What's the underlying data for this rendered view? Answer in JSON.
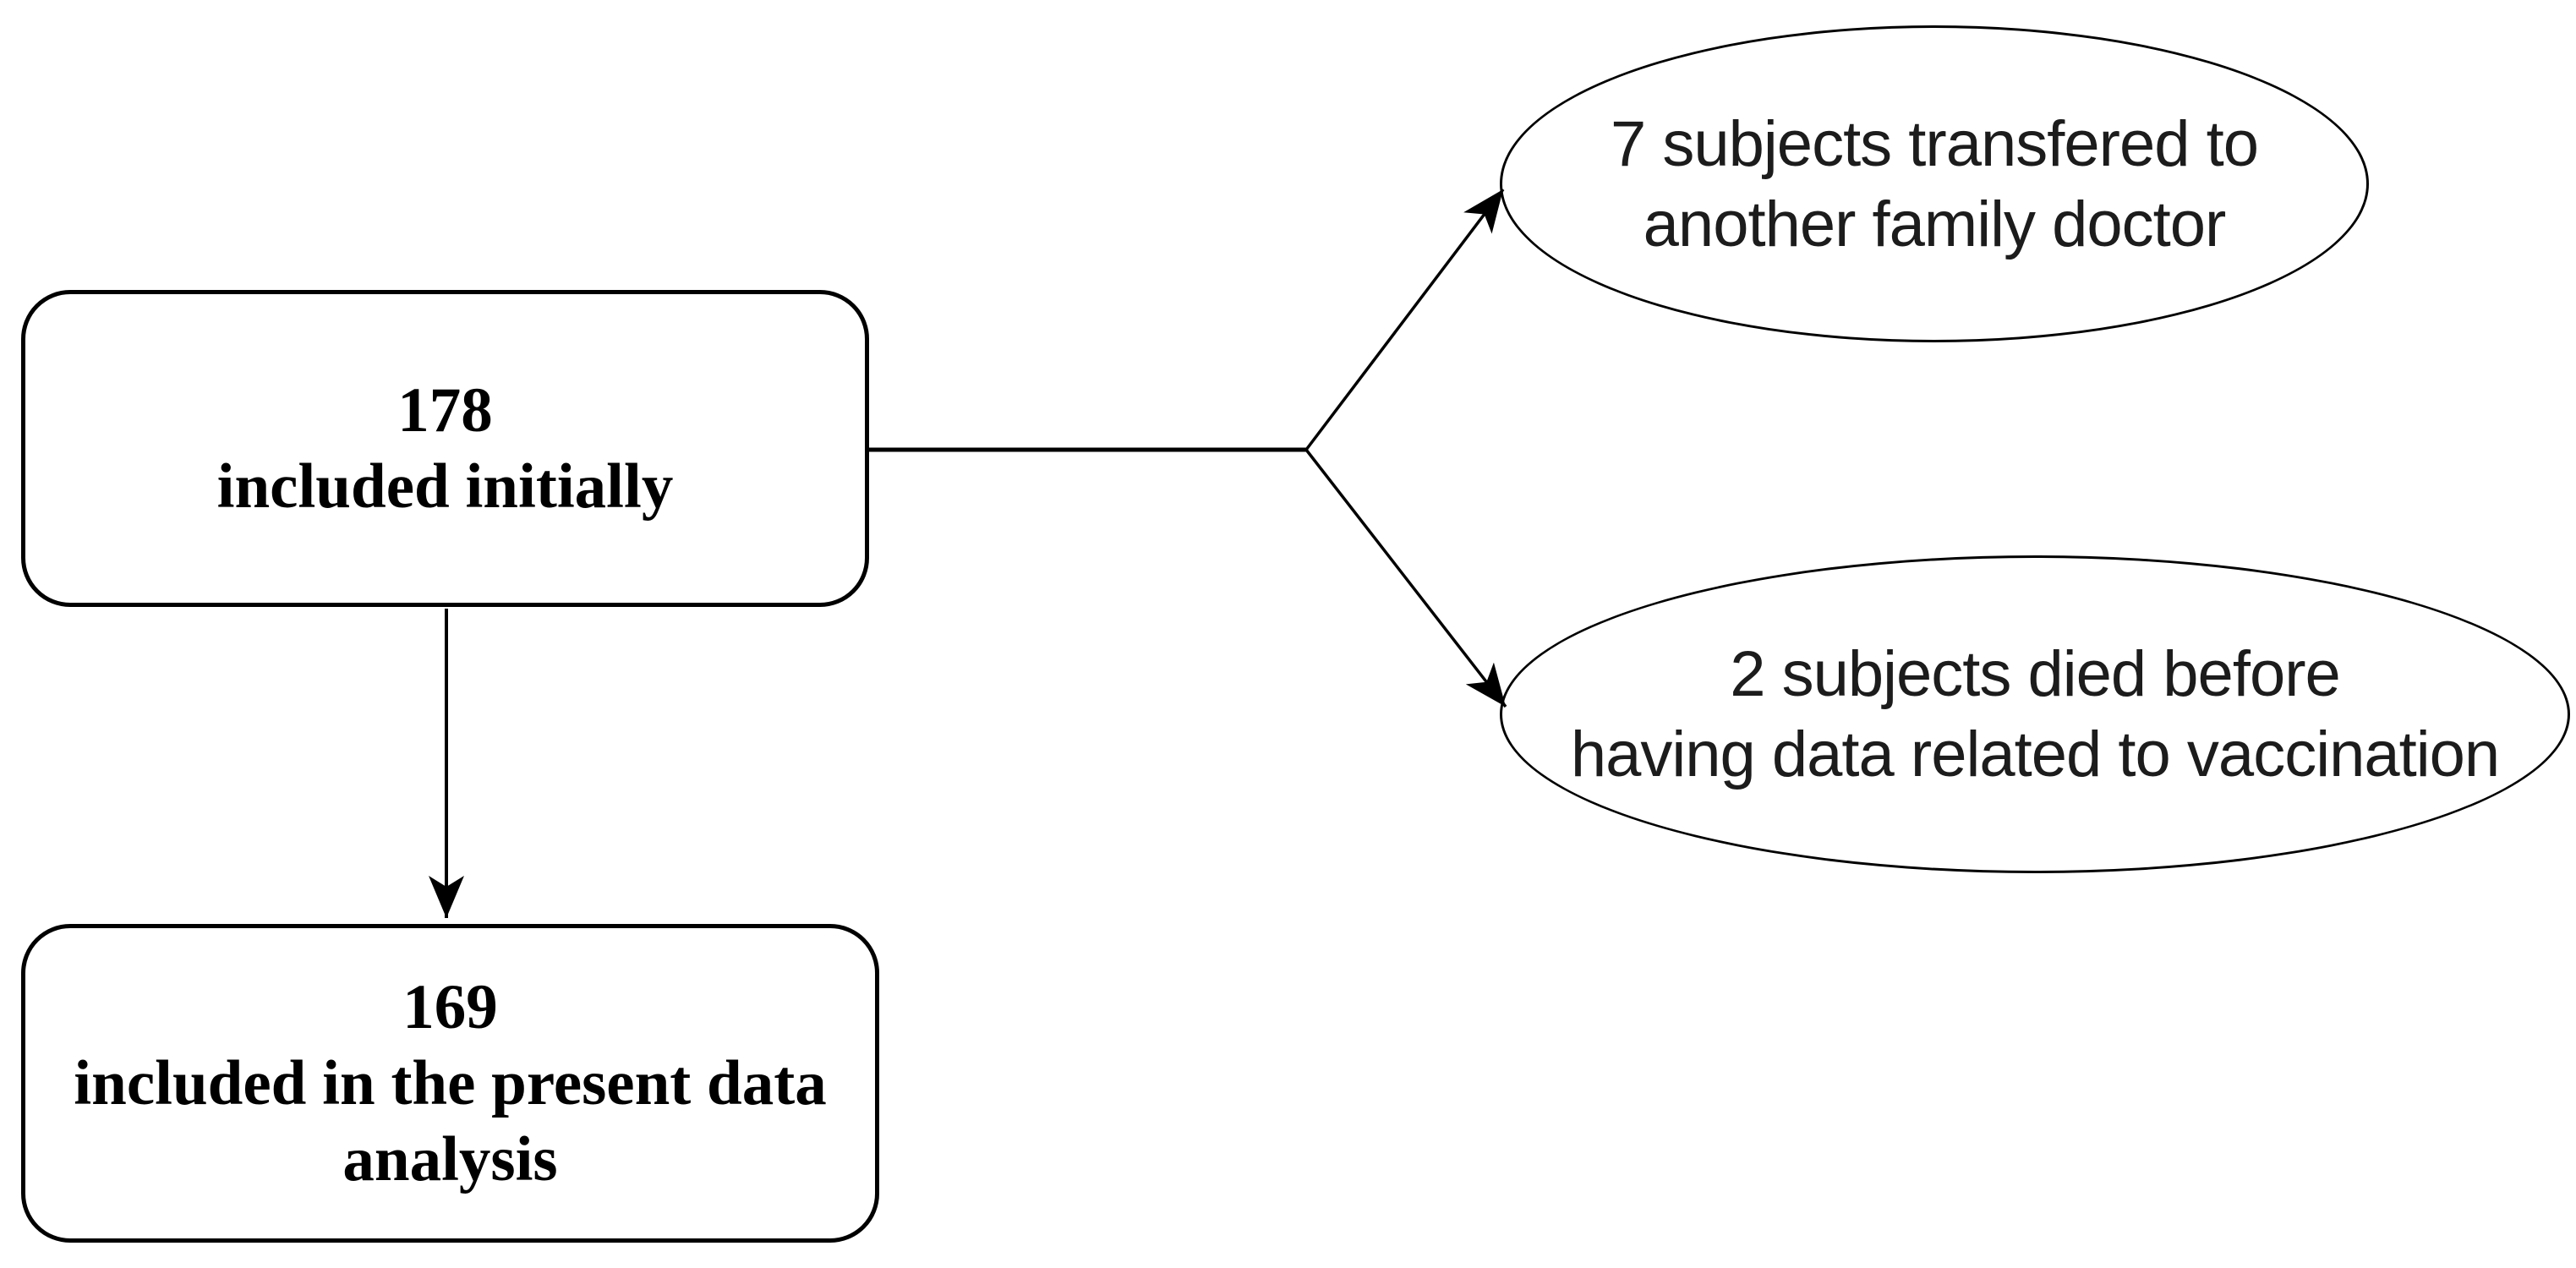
{
  "diagram": {
    "nodes": {
      "initial": {
        "lines": [
          "178",
          "included initially"
        ]
      },
      "final": {
        "lines": [
          "169",
          "included in the present data",
          "analysis"
        ]
      },
      "transferred": {
        "lines": [
          "7 subjects transfered to",
          "another family doctor"
        ]
      },
      "died": {
        "lines": [
          "2 subjects died before",
          "having data related to vaccination"
        ]
      }
    },
    "edges": [
      {
        "from": "initial",
        "to": "transferred",
        "type": "arrow"
      },
      {
        "from": "initial",
        "to": "died",
        "type": "arrow"
      },
      {
        "from": "initial",
        "to": "final",
        "type": "arrow"
      }
    ]
  },
  "colors": {
    "ink": "#000000",
    "ellipse_text": "#1c1c1c",
    "background": "#ffffff"
  }
}
